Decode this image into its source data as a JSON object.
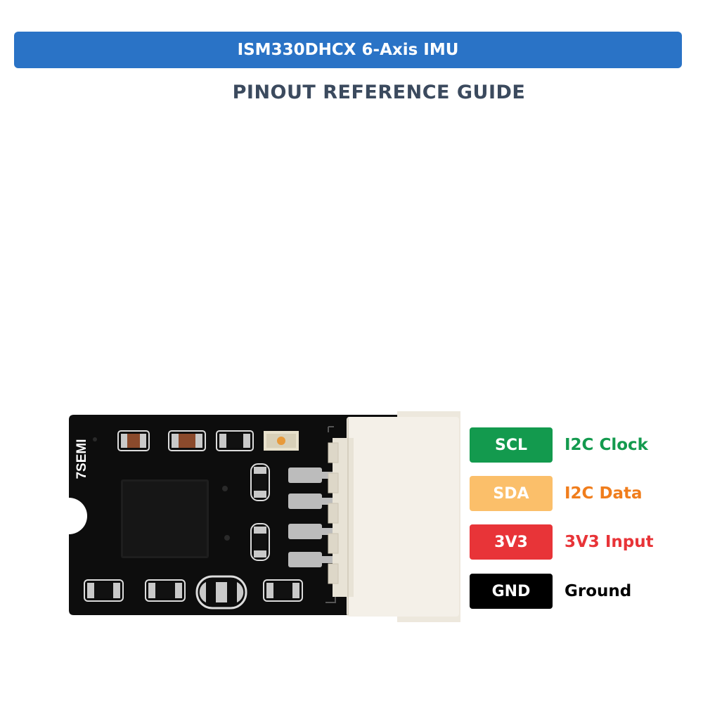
{
  "header": {
    "title": "ISM330DHCX 6-Axis IMU",
    "subtitle": "PINOUT REFERENCE GUIDE"
  },
  "board": {
    "brand": "7SEMI"
  },
  "pins": [
    {
      "name": "SCL",
      "description": "I2C Clock",
      "badge_color": "#139a4e",
      "text_color": "#139a4e"
    },
    {
      "name": "SDA",
      "description": "I2C Data",
      "badge_color": "#fbbf6a",
      "text_color": "#f07d1c"
    },
    {
      "name": "3V3",
      "description": "3V3 Input",
      "badge_color": "#e83438",
      "text_color": "#e83438"
    },
    {
      "name": "GND",
      "description": "Ground",
      "badge_color": "#000000",
      "text_color": "#000000"
    }
  ],
  "colors": {
    "banner": "#2a73c6",
    "subtitle": "#3b4a5e",
    "pcb": "#0d0d0d",
    "connector": "#f4f0e8"
  }
}
